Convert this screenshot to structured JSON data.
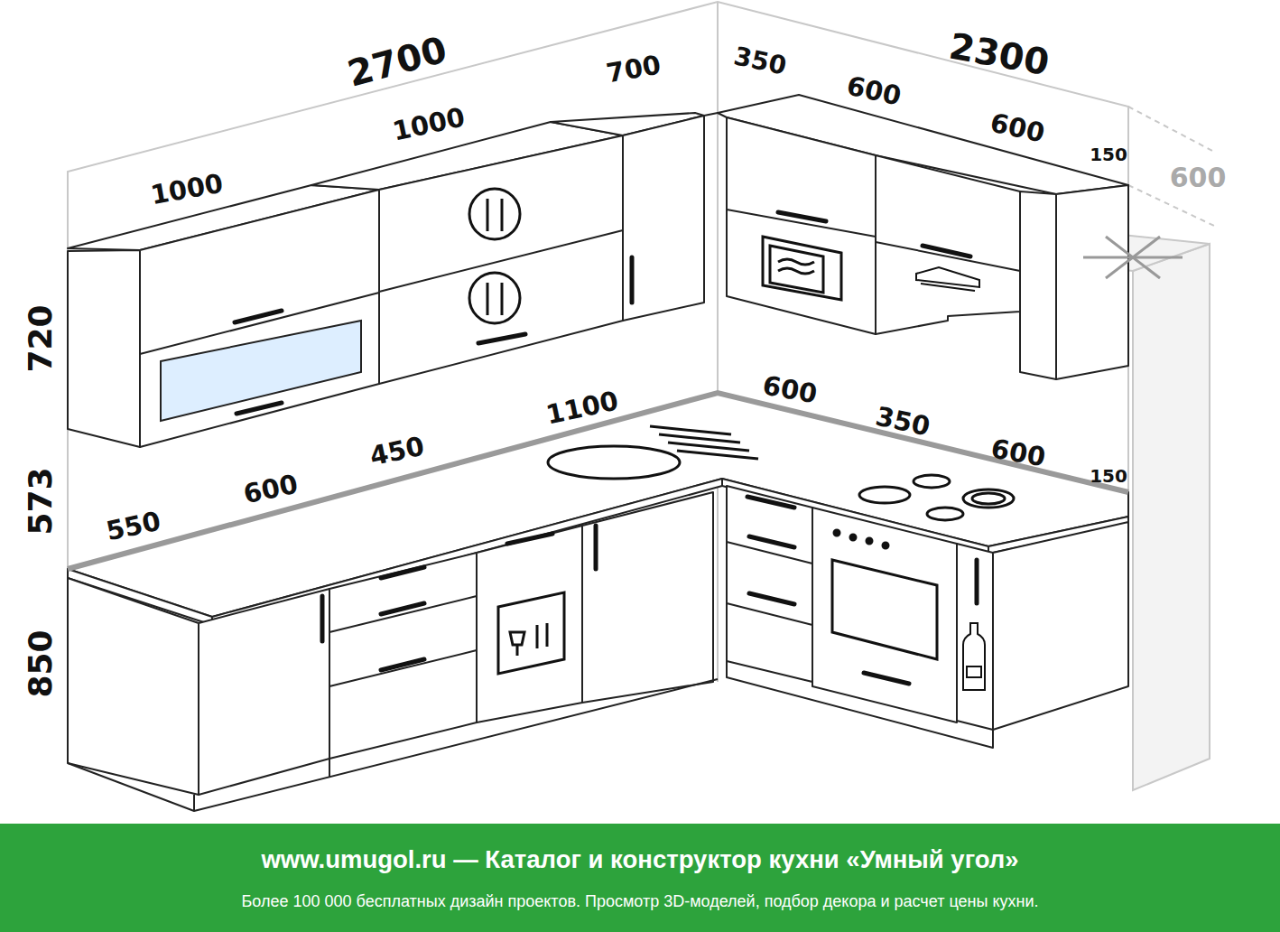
{
  "diagram": {
    "nodes": [
      {
        "text": [
          "www.umugol.ru — Каталог и конструктор кухни «Умный угол»",
          "Более 100 000 бесплатных дизайн проектов. Просмотр 3D-моделей, подбор декора и расчет цены кухни."
        ]
      }
    ],
    "labels": [
      "2700",
      "350",
      "2300",
      "1000",
      "700",
      "600",
      "600",
      "150",
      "600",
      "1000",
      "720",
      "1100",
      "600",
      "450",
      "600",
      "350",
      "550",
      "600",
      "150",
      "573",
      "850"
    ]
  }
}
